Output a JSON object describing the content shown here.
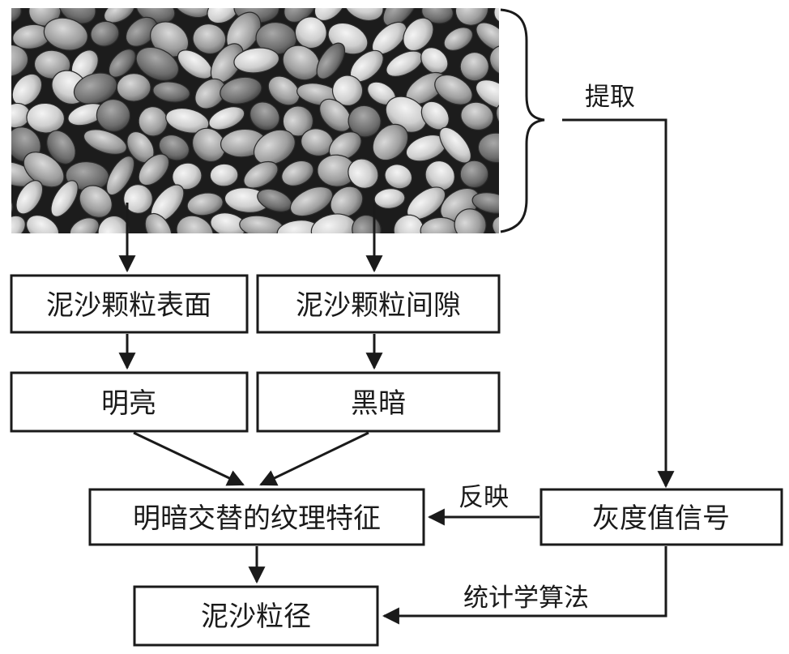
{
  "diagram": {
    "extract_label": "提取",
    "reflect_label": "反映",
    "stats_label": "统计学算法",
    "boxes": {
      "surface": "泥沙颗粒表面",
      "gap": "泥沙颗粒间隙",
      "bright": "明亮",
      "dark": "黑暗",
      "texture": "明暗交替的纹理特征",
      "gray": "灰度值信号",
      "size": "泥沙粒径"
    }
  }
}
